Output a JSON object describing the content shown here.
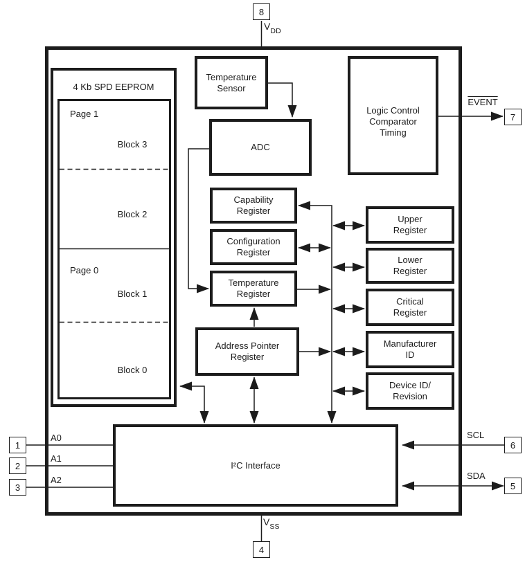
{
  "colors": {
    "line": "#1c1c1c",
    "background": "#ffffff"
  },
  "eeprom": {
    "title": "4 Kb SPD EEPROM",
    "page1_label": "Page 1",
    "page0_label": "Page 0",
    "block3": "Block 3",
    "block2": "Block 2",
    "block1": "Block 1",
    "block0": "Block 0"
  },
  "blocks": {
    "temperature_sensor": "Temperature\nSensor",
    "adc": "ADC",
    "logic_control": "Logic Control\nComparator\nTiming",
    "capability_register": "Capability\nRegister",
    "configuration_register": "Configuration\nRegister",
    "temperature_register": "Temperature\nRegister",
    "address_pointer_register": "Address Pointer\nRegister",
    "upper_register": "Upper\nRegister",
    "lower_register": "Lower\nRegister",
    "critical_register": "Critical\nRegister",
    "manufacturer_id": "Manufacturer\nID",
    "device_id_revision": "Device ID/\nRevision",
    "i2c_interface": "I²C Interface"
  },
  "pins": {
    "vdd": {
      "number": "8",
      "prefix": "V",
      "sub": "DD"
    },
    "vss": {
      "number": "4",
      "prefix": "V",
      "sub": "SS"
    },
    "event": {
      "number": "7",
      "label": "EVENT"
    },
    "scl": {
      "number": "6",
      "label": "SCL"
    },
    "sda": {
      "number": "5",
      "label": "SDA"
    },
    "a0": {
      "number": "1",
      "label": "A0"
    },
    "a1": {
      "number": "2",
      "label": "A1"
    },
    "a2": {
      "number": "3",
      "label": "A2"
    }
  }
}
